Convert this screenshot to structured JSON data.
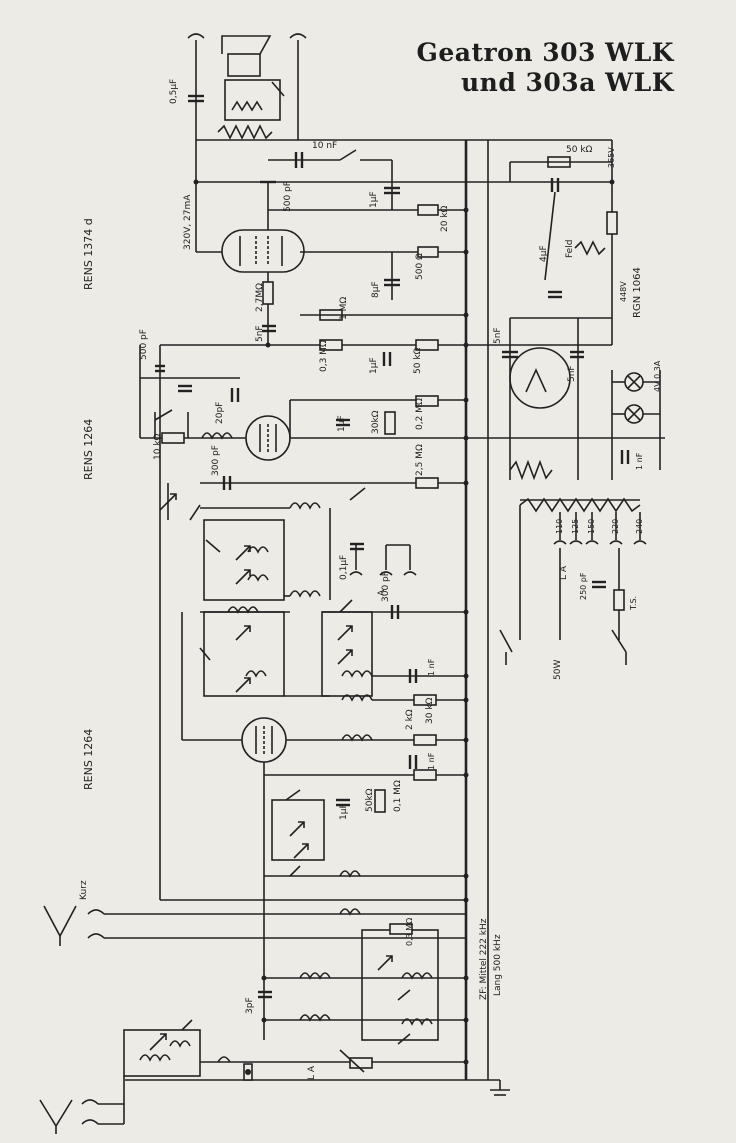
{
  "title": {
    "line1": "Geatron 303 WLK",
    "line2": "und 303a WLK"
  },
  "tubes": {
    "power": "RENS 1374 d",
    "audio": "RENS 1264",
    "hf": "RENS 1264",
    "rectifier": "RGN 1064"
  },
  "labels": {
    "speaker_cap": "0,5µF",
    "anode_current": "320V, 27mA",
    "c_10nF": "10 nF",
    "c_500pF_a": "500 pF",
    "c_1uF_a": "1µF",
    "r_50kohm_a": "50 kΩ",
    "v_365": "365V",
    "r_20kohm": "20 kΩ",
    "field": "Feld",
    "c_4uF": "4µF",
    "r_500ohm": "500 Ω",
    "c_8uF": "8µF",
    "r_2_7Mohm": "2,7MΩ",
    "v_448": "448V",
    "c_5nF_a": "5nF",
    "r_1Mohm": "1 MΩ",
    "c_5nF_b": "5nF",
    "c_500pF_b": "500 pF",
    "r_0_3Mohm_a": "0,3 MΩ",
    "c_1uF_b": "1µF",
    "r_50kohm_b": "50 kΩ",
    "c_5nF_c": "5nF",
    "pilot_lamp": "4V 0,3A",
    "c_20pF": "20pF",
    "c_1uF_c": "1µF",
    "r_30kohm": "30kΩ",
    "r_0_2Mohm": "0,2 MΩ",
    "r_10kohm": "10 kΩ",
    "c_1nF_a": "1 nF",
    "c_300pF_a": "300 pF",
    "r_2_5Mohm": "2,5 MΩ",
    "tap_110": "110",
    "tap_125": "125",
    "tap_150": "150",
    "tap_220": "220",
    "tap_240": "240",
    "c_0_1uF": "0,1µF",
    "aerial_a": "A",
    "mains_la": "L A",
    "c_250pF": "250 pF",
    "fuse": "T.S.",
    "c_300pF_b": "300 pF",
    "power_rating": "50W",
    "c_1nF_b": "1 nF",
    "r_30kohm_b": "30 kΩ",
    "r_2kohm": "2 kΩ",
    "c_1nF_c": "1 nF",
    "r_0_1Mohm": "0,1 MΩ",
    "r_50kohm_c": "50kΩ",
    "c_1uF_d": "1µF",
    "kurz": "Kurz",
    "r_0_3Mohm_b": "0,3 MΩ",
    "zf": "ZF: Mittel 222 kHz",
    "zf_lang": "Lang 500 kHz",
    "c_3pF": "3pF",
    "aerial_la": "L A"
  },
  "colors": {
    "ink": "#222222",
    "paper": "#ecebe6"
  }
}
